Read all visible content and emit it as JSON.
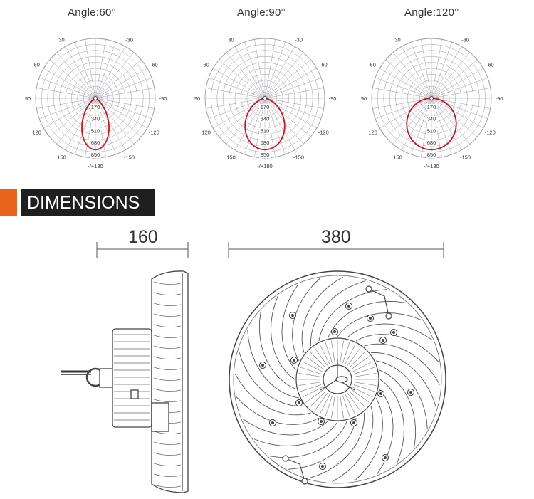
{
  "polar_charts": [
    {
      "title": "Angle:60°",
      "beam_angle": 60
    },
    {
      "title": "Angle:90°",
      "beam_angle": 90
    },
    {
      "title": "Angle:120°",
      "beam_angle": 120
    }
  ],
  "polar_axis": {
    "angle_labels": [
      "-/+180",
      "-150",
      "150",
      "-120",
      "120",
      "-90",
      "90",
      "-60",
      "60",
      "-30",
      "30"
    ],
    "radial_labels": [
      "170",
      "340",
      "510",
      "680",
      "850"
    ]
  },
  "section_title": "DIMENSIONS",
  "dimensions": {
    "height_label": "160",
    "diameter_label": "380"
  },
  "colors": {
    "curve": "#c8141e",
    "grid": "#9a9aa8",
    "accent": "#e8651e",
    "banner": "#1f1f1f"
  }
}
